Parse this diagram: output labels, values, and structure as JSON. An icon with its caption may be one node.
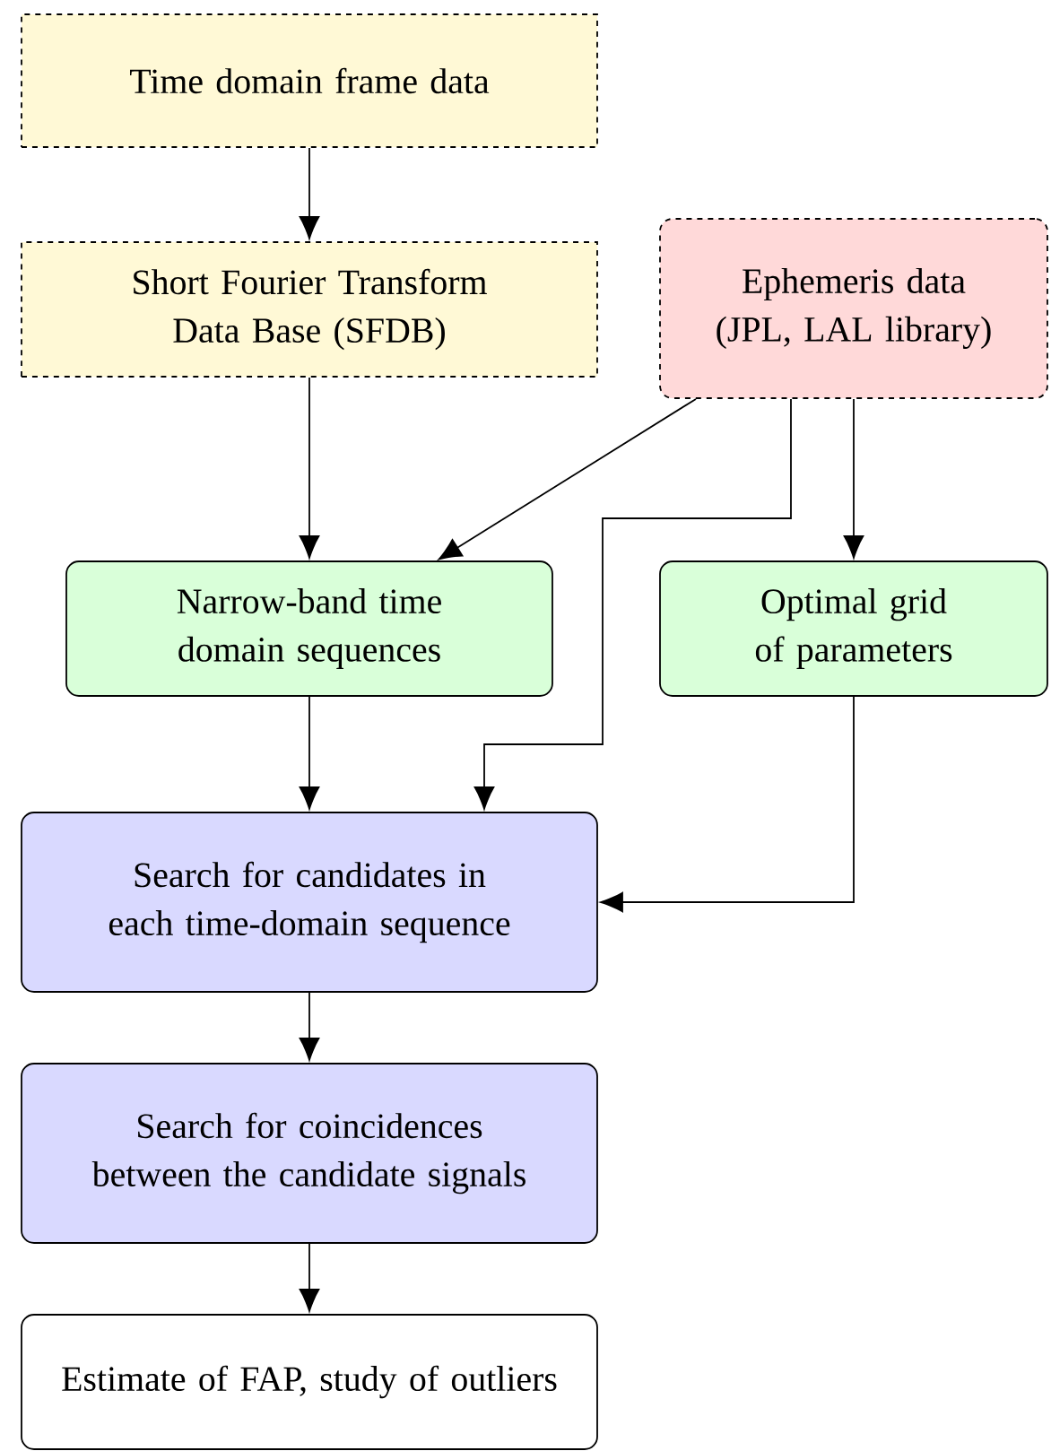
{
  "diagram": {
    "nodes": [
      {
        "text": [
          "Time domain frame data"
        ]
      },
      {
        "text": [
          "Short Fourier Transform Data Base (SFDB)"
        ]
      },
      {
        "text": [
          "Ephemeris data (JPL, LAL library)"
        ]
      },
      {
        "text": [
          "Narrow-band time domain sequences"
        ]
      },
      {
        "text": [
          "Optimal grid of parameters"
        ]
      },
      {
        "text": [
          "Search for candidates in each time-domain sequence"
        ]
      },
      {
        "text": [
          "Search for coincidences between the candidate signals"
        ]
      },
      {
        "text": [
          "Estimate of FAP, study of outliers"
        ]
      }
    ],
    "edges": [
      {
        "from": 0,
        "to": 1,
        "arrow": "to"
      },
      {
        "from": 1,
        "to": 3,
        "arrow": "to"
      },
      {
        "from": 2,
        "to": 3,
        "arrow": "to"
      },
      {
        "from": 2,
        "to": 5,
        "arrow": "to"
      },
      {
        "from": 2,
        "to": 4,
        "arrow": "to"
      },
      {
        "from": 3,
        "to": 5,
        "arrow": "to"
      },
      {
        "from": 4,
        "to": 5,
        "arrow": "to"
      },
      {
        "from": 5,
        "to": 6,
        "arrow": "to"
      },
      {
        "from": 6,
        "to": 7,
        "arrow": "to"
      }
    ]
  }
}
